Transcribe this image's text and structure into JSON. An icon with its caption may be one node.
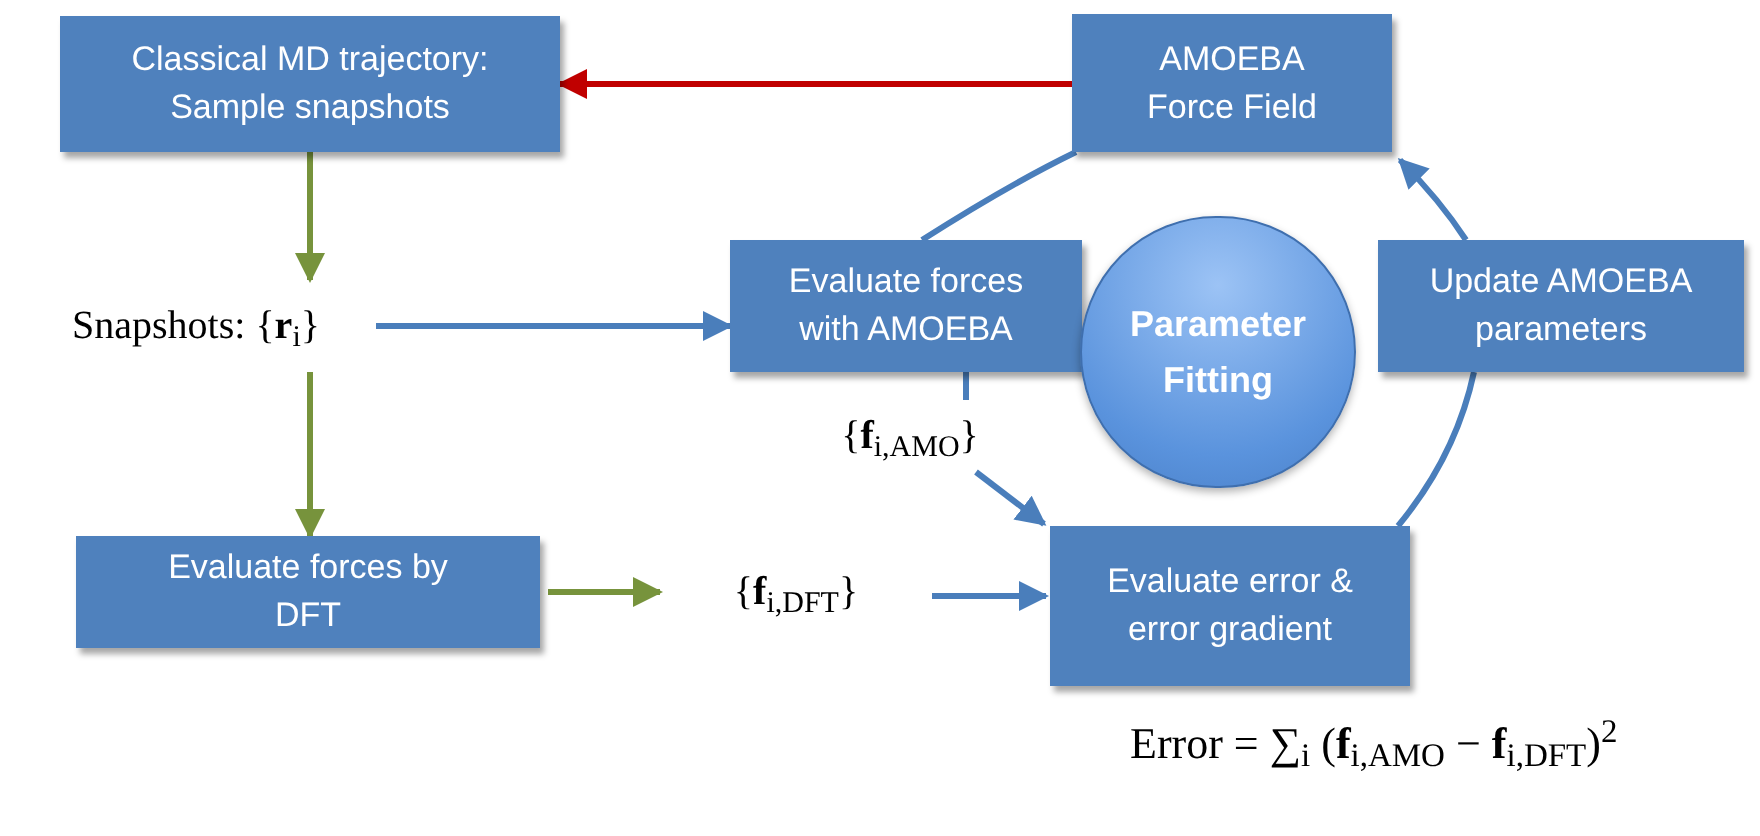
{
  "diagram": {
    "nodes": [
      {
        "text": [
          "Classical MD trajectory: Sample snapshots"
        ]
      },
      {
        "text": [
          "AMOEBA Force Field"
        ]
      },
      {
        "text": [
          "Snapshots: {**r**$_{i}$}"
        ]
      },
      {
        "text": [
          "Evaluate forces with AMOEBA"
        ]
      },
      {
        "text": [
          "Parameter Fitting"
        ]
      },
      {
        "text": [
          "Update AMOEBA parameters"
        ]
      },
      {
        "text": [
          "{**f**$_{i,AMO}$}"
        ]
      },
      {
        "text": [
          "Evaluate forces by DFT"
        ]
      },
      {
        "text": [
          "{**f**$_{i,DFT}$}"
        ]
      },
      {
        "text": [
          "Evaluate error & error gradient"
        ]
      }
    ],
    "edges": [
      {
        "from": 1,
        "to": 0,
        "arrow": "to",
        "color": "#c00000"
      },
      {
        "from": 0,
        "to": 2,
        "arrow": "to",
        "color": "#77933c"
      },
      {
        "from": 2,
        "to": 3,
        "arrow": "to"
      },
      {
        "from": 2,
        "to": 7,
        "arrow": "to",
        "color": "#77933c"
      },
      {
        "from": 7,
        "to": 8,
        "arrow": "to",
        "color": "#77933c"
      },
      {
        "from": 8,
        "to": 9,
        "arrow": "to"
      },
      {
        "from": 1,
        "to": 3,
        "arrow": "none"
      },
      {
        "from": 3,
        "to": 6,
        "arrow": "none"
      },
      {
        "from": 6,
        "to": 9,
        "arrow": "to"
      },
      {
        "from": 9,
        "to": 5,
        "arrow": "none"
      },
      {
        "from": 5,
        "to": 1,
        "arrow": "to"
      }
    ],
    "labels": [
      "Error = ∑$_{i}$ (**f**$_{i,AMO}$ − **f**$_{i,DFT}$)$^{2}$"
    ]
  }
}
